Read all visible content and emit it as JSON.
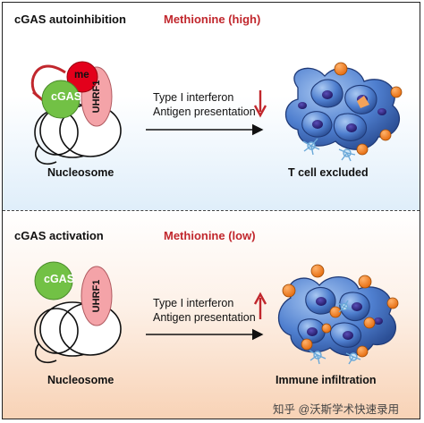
{
  "top_panel": {
    "title": "cGAS autoinhibition",
    "methionine": "Methionine (high)",
    "effect_line1": "Type I interferon",
    "effect_line2": "Antigen presentation",
    "effect_direction": "down",
    "nucleosome_label": "Nucleosome",
    "outcome_label": "T cell excluded",
    "cgas_label": "cGAS",
    "uhrf1_label": "UHRF1",
    "me_label": "me"
  },
  "bottom_panel": {
    "title": "cGAS activation",
    "methionine": "Methionine (low)",
    "effect_line1": "Type I interferon",
    "effect_line2": "Antigen presentation",
    "effect_direction": "up",
    "nucleosome_label": "Nucleosome",
    "outcome_label": "Immune infiltration",
    "cgas_label": "cGAS",
    "uhrf1_label": "UHRF1"
  },
  "watermark": "知乎 @沃斯学术快速录用",
  "colors": {
    "accent_red": "#c1272d",
    "cgas_green": "#72c145",
    "uhrf1_pink": "#f4a3a8",
    "tumor_blue": "#5b8ed6",
    "tcell_orange": "#f07a1a"
  }
}
